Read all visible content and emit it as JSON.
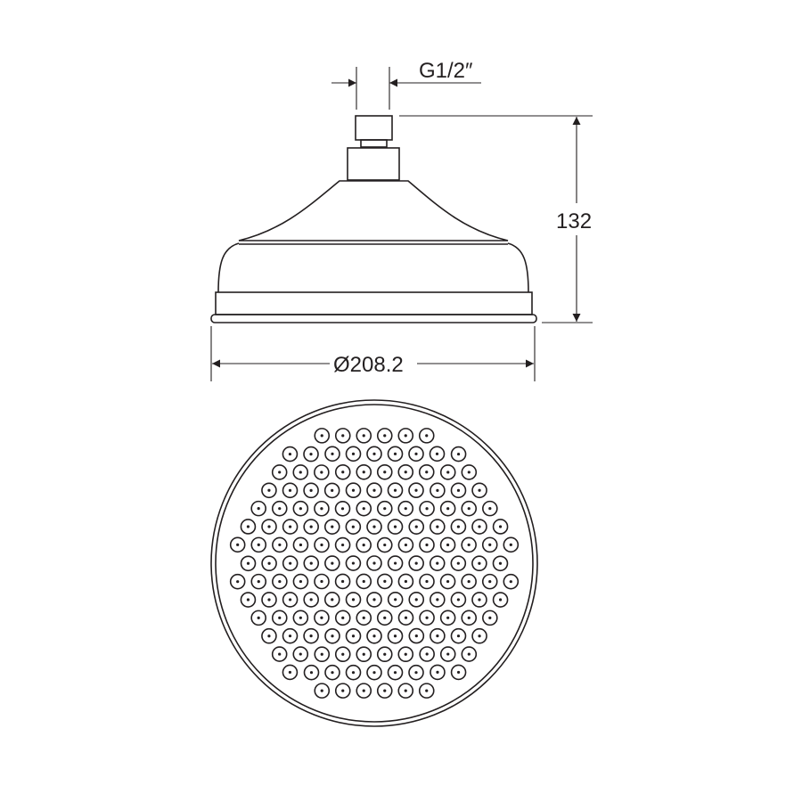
{
  "drawing": {
    "thread_label": "G1/2″",
    "height_label": "132",
    "diameter_label": "Ø208.2"
  },
  "colors": {
    "line": "#231f20",
    "background": "#ffffff"
  }
}
